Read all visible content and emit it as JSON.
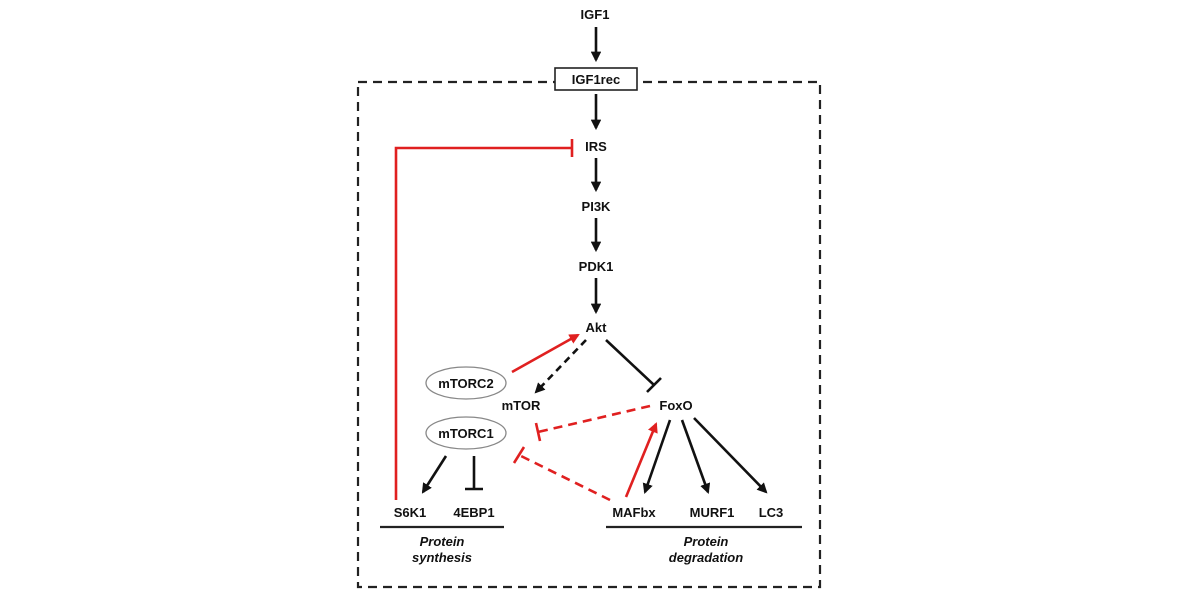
{
  "nodes": {
    "igf1": "IGF1",
    "igf1rec": "IGF1rec",
    "irs": "IRS",
    "pi3k": "PI3K",
    "pdk1": "PDK1",
    "akt": "Akt",
    "mtorc2": "mTORC2",
    "mtor": "mTOR",
    "mtorc1": "mTORC1",
    "foxo": "FoxO",
    "s6k1": "S6K1",
    "ebp1": "4EBP1",
    "mafbx": "MAFbx",
    "murf1": "MURF1",
    "lc3": "LC3"
  },
  "groups": {
    "synthesis_line1": "Protein",
    "synthesis_line2": "synthesis",
    "degradation_line1": "Protein",
    "degradation_line2": "degradation"
  },
  "colors": {
    "activation": "#111111",
    "feedback": "#e02020",
    "ellipse_stroke": "#888888",
    "box_dash": "#222222"
  }
}
